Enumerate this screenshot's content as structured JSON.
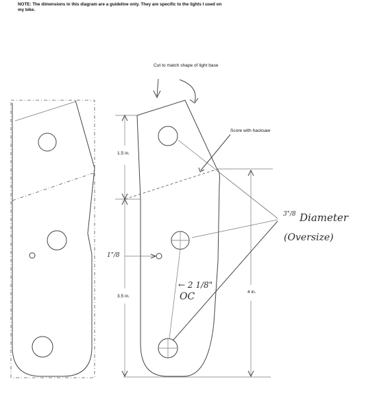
{
  "note": "NOTE:  The dimensions in this diagram are a guideline only.  They are specific to the lights I used on my bike.",
  "labels": {
    "cut": "Cut to match shape of light base",
    "score": "Score with hacksaw",
    "dim_top": "1.5 in.",
    "dim_bottom": "3.5 in.",
    "dim_right": "4 in."
  },
  "handwriting": {
    "diameter_frac": "3\"/8",
    "diameter": "Diameter",
    "oversize": "(Oversize)",
    "small_hole_frac": "1\"/8",
    "oc_spacing": "← 2 1/8\"",
    "oc": "OC"
  }
}
